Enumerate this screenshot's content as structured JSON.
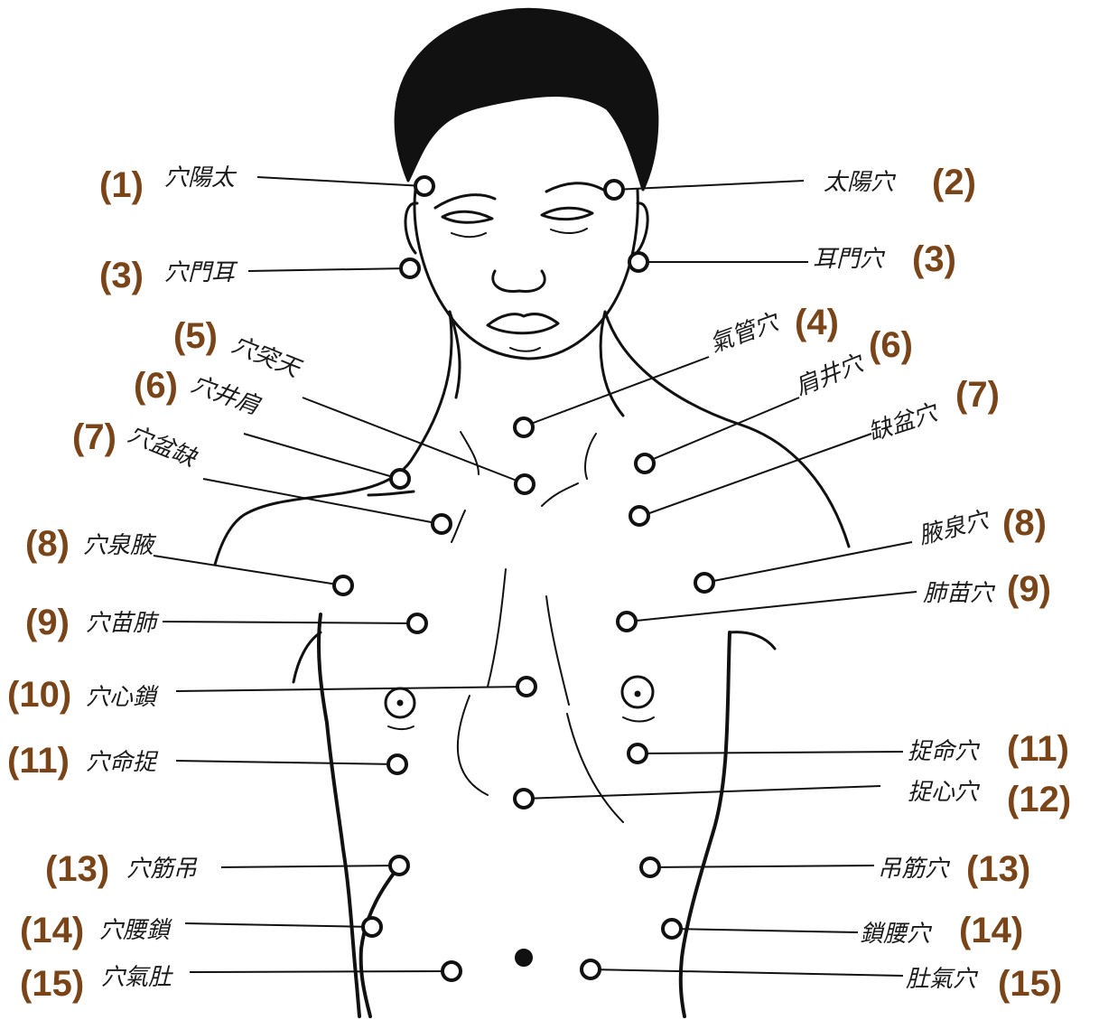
{
  "colors": {
    "number": "#7a4419",
    "ink": "#111111",
    "paper": "#ffffff"
  },
  "figure": "ink-drawing-front-torso-acupoints",
  "points": [
    {
      "num": "(1)",
      "label": "穴陽太"
    },
    {
      "num": "(2)",
      "label": "太陽穴"
    },
    {
      "num": "(3)",
      "label": "穴門耳"
    },
    {
      "num": "(3)",
      "label": "耳門穴"
    },
    {
      "num": "(4)",
      "label": "氣管穴"
    },
    {
      "num": "(5)",
      "label": "穴突天"
    },
    {
      "num": "(6)",
      "label": "穴井肩"
    },
    {
      "num": "(6)",
      "label": "肩井穴"
    },
    {
      "num": "(7)",
      "label": "穴盆缺"
    },
    {
      "num": "(7)",
      "label": "缺盆穴"
    },
    {
      "num": "(8)",
      "label": "穴泉腋"
    },
    {
      "num": "(8)",
      "label": "腋泉穴"
    },
    {
      "num": "(9)",
      "label": "穴苗肺"
    },
    {
      "num": "(9)",
      "label": "肺苗穴"
    },
    {
      "num": "(10)",
      "label": "穴心鎖"
    },
    {
      "num": "(11)",
      "label": "穴命捉"
    },
    {
      "num": "(11)",
      "label": "捉命穴"
    },
    {
      "num": "(12)",
      "label": "捉心穴"
    },
    {
      "num": "(13)",
      "label": "穴筋吊"
    },
    {
      "num": "(13)",
      "label": "吊筋穴"
    },
    {
      "num": "(14)",
      "label": "穴腰鎖"
    },
    {
      "num": "(14)",
      "label": "鎖腰穴"
    },
    {
      "num": "(15)",
      "label": "穴氣肚"
    },
    {
      "num": "(15)",
      "label": "肚氣穴"
    }
  ]
}
